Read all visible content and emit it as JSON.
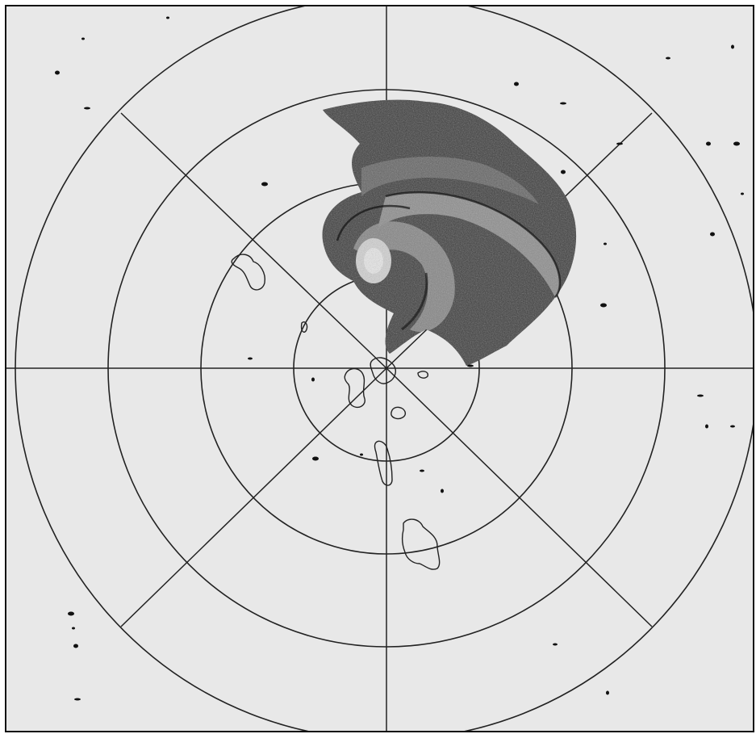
{
  "image": {
    "kind": "weather-radar-ppi-scan",
    "background_color": "#e8e8e8",
    "grid_color": "#222222",
    "echo_colors": [
      "#1a1a1a",
      "#3a3a3a",
      "#5a5a5a",
      "#8a8a8a",
      "#b4b4b4"
    ],
    "range_rings": 4,
    "radial_lines": 8,
    "visible_text": []
  }
}
